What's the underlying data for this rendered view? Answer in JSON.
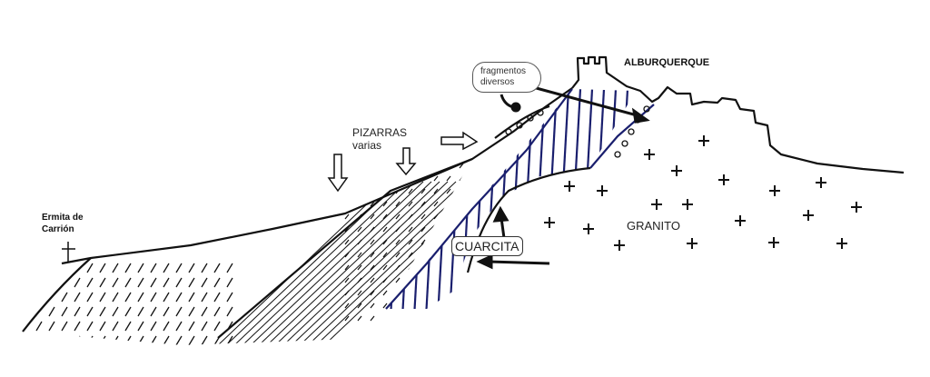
{
  "labels": {
    "town": "ALBURQUERQUE",
    "fragments": "fragmentos diversos",
    "slates_line1": "PIZARRAS",
    "slates_line2": "varias",
    "hermitage_line1": "Ermita de",
    "hermitage_line2": "Carrión",
    "granite": "GRANITO",
    "quartzite": "CUARCITA"
  },
  "colors": {
    "ink": "#111111",
    "quartzite_stripes": "#1a1f6e"
  }
}
